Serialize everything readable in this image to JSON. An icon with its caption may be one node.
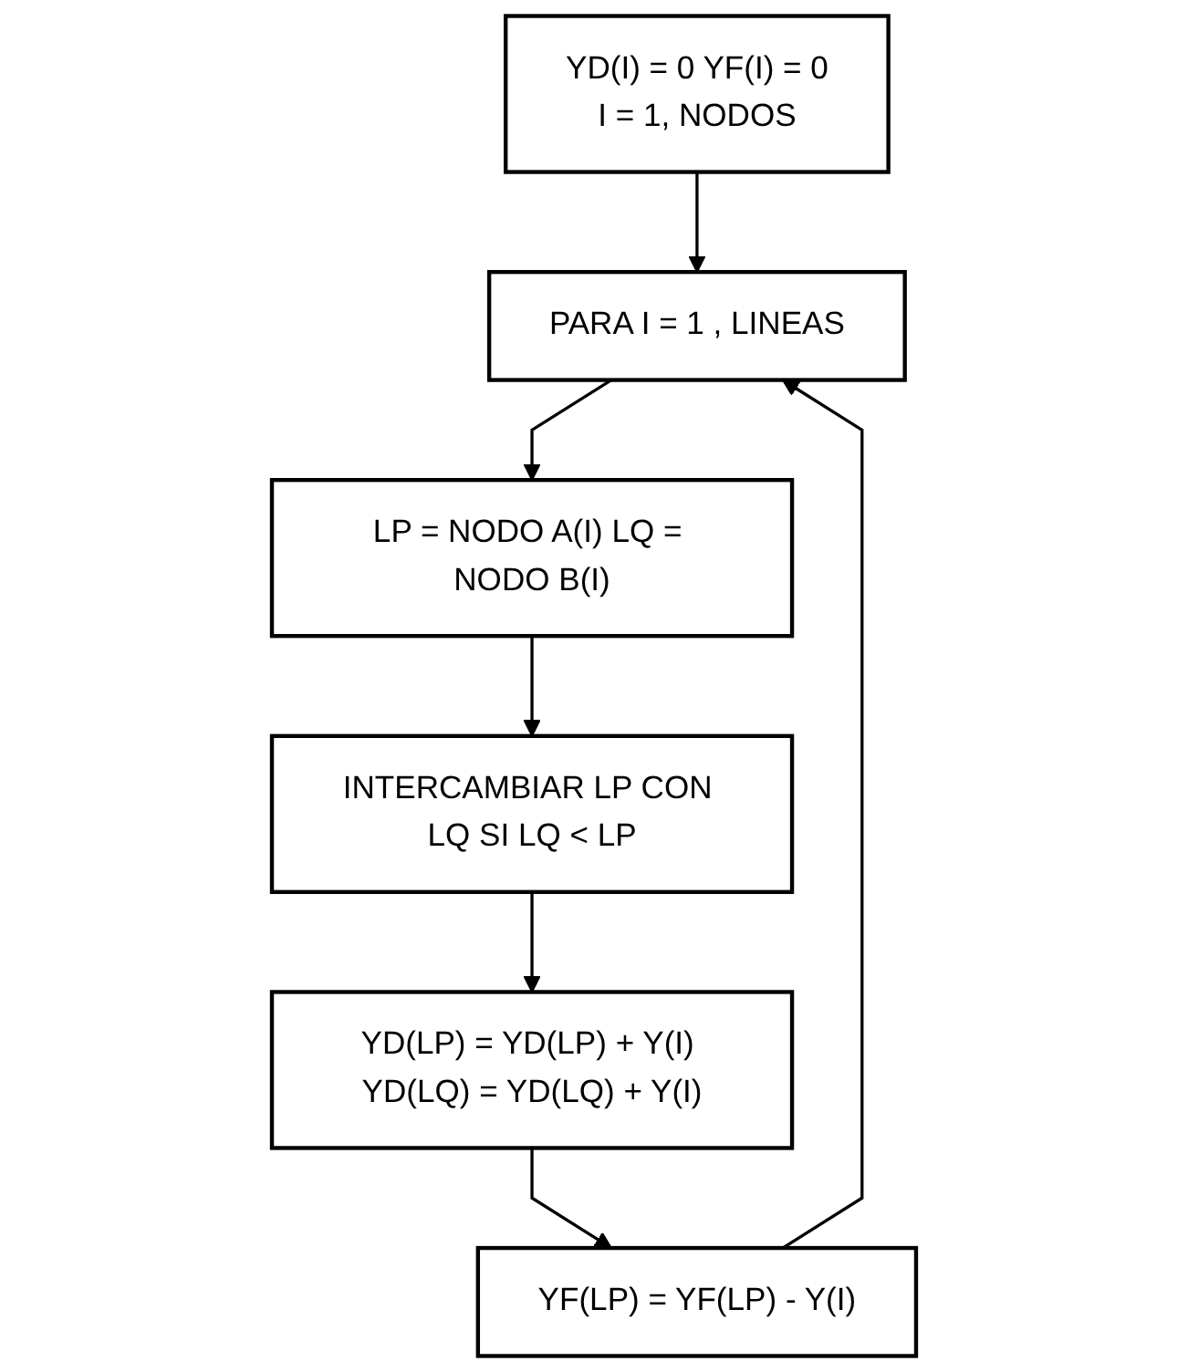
{
  "diagram": {
    "nodes": [
      {
        "text": [
          "YD(I) = 0 YF(I) = 0",
          "I = 1, NODOS"
        ]
      },
      {
        "text": [
          "PARA I = 1 , LINEAS"
        ]
      },
      {
        "text": [
          "LP = NODO A(I) LQ = NODO B(I)"
        ]
      },
      {
        "text": [
          "INTERCAMBIAR LP CON LQ SI LQ < LP"
        ]
      },
      {
        "text": [
          "YD(LP) = YD(LP) + Y(I) YD(LQ) = YD(LQ) + Y(I)"
        ]
      },
      {
        "text": [
          "YF(LP) = YF(LP) - Y(I)"
        ]
      }
    ],
    "edges": [
      {
        "from": 0,
        "to": 1,
        "arrow": "to"
      },
      {
        "from": 1,
        "to": 2,
        "arrow": "to"
      },
      {
        "from": 2,
        "to": 3,
        "arrow": "to"
      },
      {
        "from": 3,
        "to": 4,
        "arrow": "to"
      },
      {
        "from": 4,
        "to": 5,
        "arrow": "to"
      },
      {
        "from": 5,
        "to": 1,
        "arrow": "to"
      }
    ]
  }
}
